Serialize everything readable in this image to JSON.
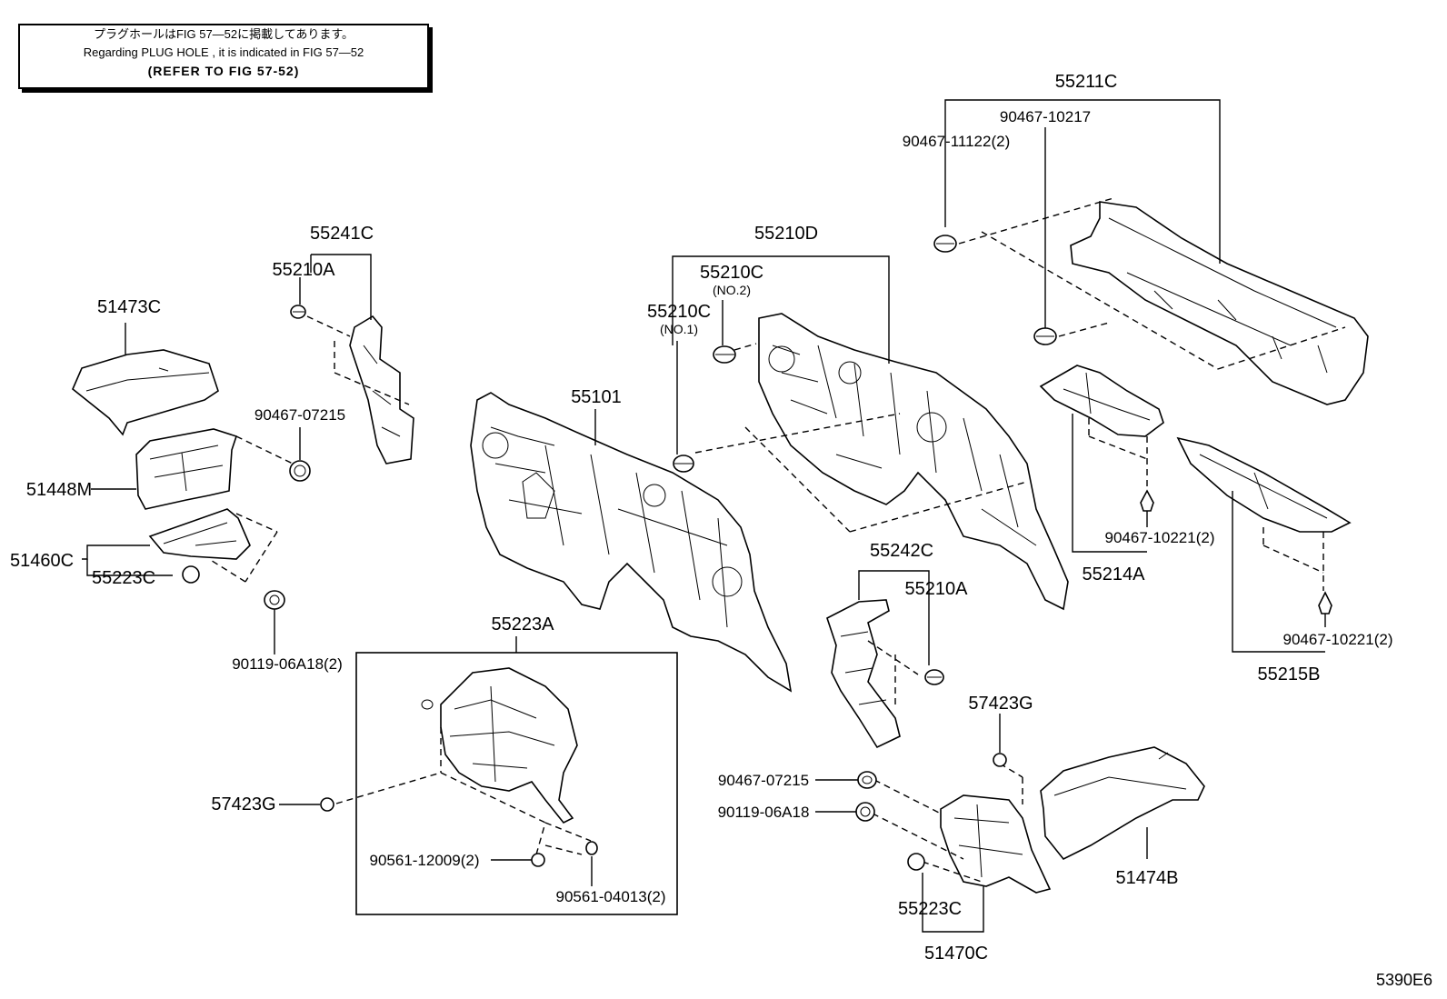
{
  "note": {
    "line1": "プラグホールはFIG 57—52に掲載してあります。",
    "line2": "Regarding PLUG HOLE , it is indicated in FIG 57—52",
    "line3": "(REFER TO FIG 57-52)"
  },
  "figure_code": "5390E6",
  "part_labels": {
    "p55211C": "55211C",
    "p90467_10217": "90467-10217",
    "p90467_11122": "90467-11122(2)",
    "p55241C": "55241C",
    "p55210A_top": "55210A",
    "p51473C": "51473C",
    "p90467_07215_left": "90467-07215",
    "p51448M": "51448M",
    "p51460C": "51460C",
    "p55223C_left": "55223C",
    "p90119_06A18_2": "90119-06A18(2)",
    "p55210D": "55210D",
    "p55210C_no2": "55210C",
    "no2": "(NO.2)",
    "p55210C_no1": "55210C",
    "no1": "(NO.1)",
    "p55101": "55101",
    "p55223A": "55223A",
    "p57423G_left": "57423G",
    "p90561_12009": "90561-12009(2)",
    "p90561_04013": "90561-04013(2)",
    "p55242C": "55242C",
    "p55210A_mid": "55210A",
    "p90467_10221_a": "90467-10221(2)",
    "p55214A": "55214A",
    "p90467_10221_b": "90467-10221(2)",
    "p55215B": "55215B",
    "p57423G_right": "57423G",
    "p90467_07215_right": "90467-07215",
    "p90119_06A18": "90119-06A18",
    "p55223C_right": "55223C",
    "p51470C": "51470C",
    "p51474B": "51474B"
  }
}
